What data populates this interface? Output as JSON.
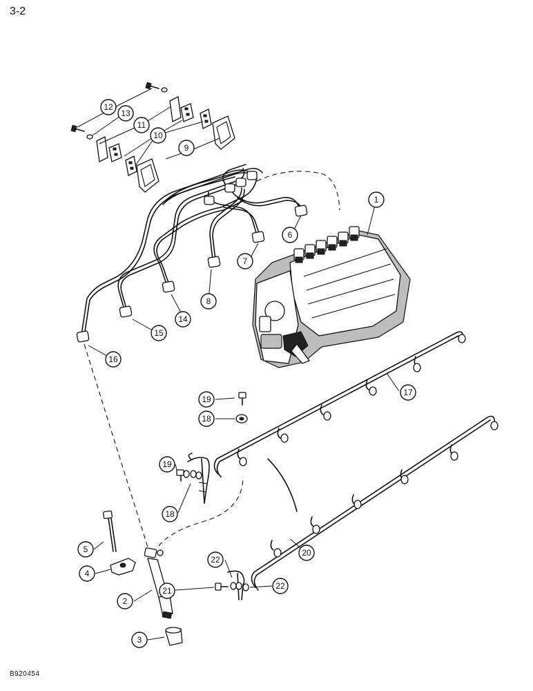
{
  "page_number": "3-2",
  "figure_code": "B920454",
  "callouts": {
    "c1": "1",
    "c2": "2",
    "c3": "3",
    "c4": "4",
    "c5": "5",
    "c6": "6",
    "c7": "7",
    "c8": "8",
    "c9": "9",
    "c10": "10",
    "c11": "11",
    "c12": "12",
    "c13": "13",
    "c14": "14",
    "c15": "15",
    "c16": "16",
    "c17": "17",
    "c18a": "18",
    "c18b": "18",
    "c19a": "19",
    "c19b": "19",
    "c20": "20",
    "c21": "21",
    "c22a": "22",
    "c22b": "22"
  }
}
